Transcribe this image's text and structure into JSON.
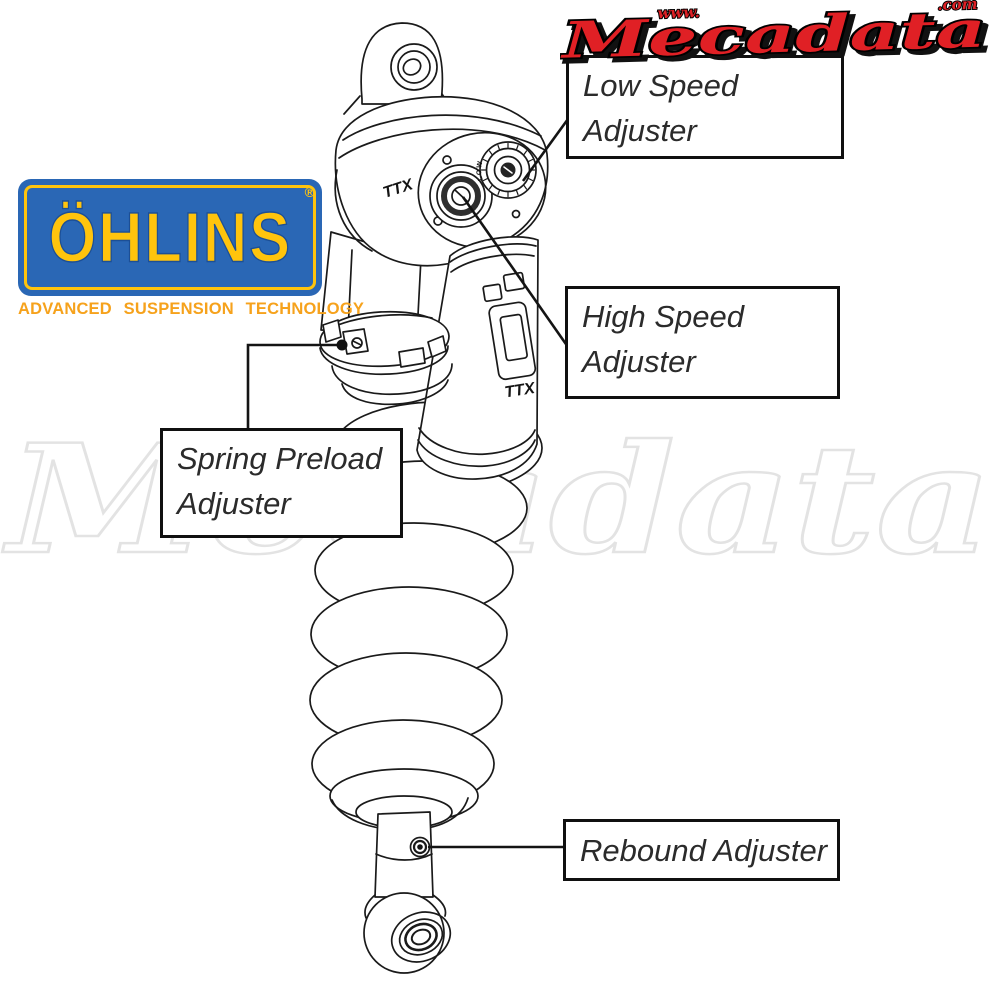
{
  "mecadata_logo": {
    "www_prefix": "www.",
    "brand": "Mecadata",
    "com_suffix": ".com",
    "color": "#e02025"
  },
  "watermark": {
    "text": "Mecadata",
    "color": "#e3e3e3"
  },
  "ohlins_logo": {
    "brand": "ÖHLINS",
    "registered_mark": "®",
    "tagline": "ADVANCED SUSPENSION TECHNOLOGY",
    "plate_color": "#2a67b5",
    "letter_color": "#ffc40d",
    "tagline_color": "#f6a21c"
  },
  "diagram": {
    "subject": "Öhlins TTX shock absorber adjuster locations",
    "line_color": "#1a1a1a",
    "callouts": [
      {
        "id": "low-speed",
        "lines": [
          "Low Speed",
          "Adjuster"
        ]
      },
      {
        "id": "high-speed",
        "lines": [
          "High Speed",
          "Adjuster"
        ]
      },
      {
        "id": "spring-preload",
        "lines": [
          "Spring Preload",
          "Adjuster"
        ]
      },
      {
        "id": "rebound",
        "lines": [
          "Rebound Adjuster",
          ""
        ]
      }
    ],
    "markings": {
      "shock_head": "TTX",
      "reservoir_badge": "TTX",
      "dial": "LOW"
    }
  }
}
